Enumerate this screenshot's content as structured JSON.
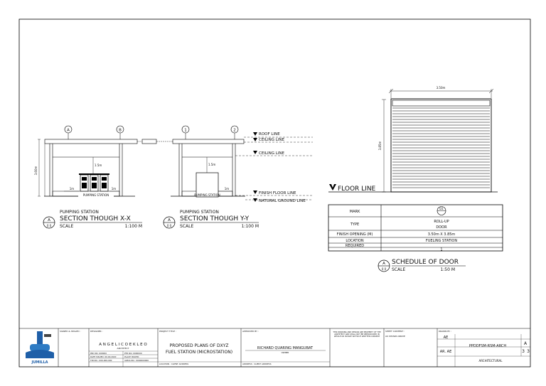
{
  "section_xx": {
    "subtitle": "PUMPING STATION",
    "title": "SECTION THOUGH X-X",
    "scale_label": "SCALE",
    "scale_value": "1:100 M",
    "marker_letter": "A",
    "marker_sheet": "0 0",
    "grid_a": "A",
    "grid_b": "B",
    "room_label": "PUMPING STATION",
    "dim_height": "3.60m",
    "dim_clear": "1.5m",
    "dim_1m_left": "1m",
    "dim_1m_right": "1m"
  },
  "section_yy": {
    "subtitle": "PUMPING STATION",
    "title": "SECTION THOUGH Y-Y",
    "scale_label": "SCALE",
    "scale_value": "1:100 M",
    "marker_letter": "A",
    "marker_sheet": "0 0",
    "grid_1": "1",
    "grid_2": "2",
    "room_label": "PUMPING STATION",
    "dim_clear": "1.5m",
    "dim_1m": "1m"
  },
  "level_lines": {
    "roof": "ROOF LINE",
    "ceiling1": "CEILING LINE",
    "ceiling2": "CEILING LINE",
    "finish_floor": "FINISH FLOOR LINE",
    "natural_ground": "NATURAL GROUND LINE"
  },
  "door_elevation": {
    "width_dim": "3.50m",
    "height_dim": "3.85m",
    "floor_line": "FLOOR LINE"
  },
  "door_schedule": {
    "rows": [
      {
        "label": "MARK",
        "value": "D1"
      },
      {
        "label": "TYPE",
        "value": "ROLL-UP",
        "value2": "DOOR"
      },
      {
        "label": "FINISH OPENING (M)",
        "value": "3.50m X 3.85m"
      },
      {
        "label": "LOCATION",
        "value": "FUELING STATION"
      },
      {
        "label": "REQUIRED",
        "value": "1"
      }
    ],
    "title": "SCHEDULE OF DOOR",
    "scale_label": "SCALE",
    "scale_value": "1:50 M",
    "marker_letter": "A",
    "marker_sheet": "0 0"
  },
  "title_block": {
    "logo_text": "JUMILLA",
    "signed_sealed": "SIGNED & SEALED :",
    "designer_label": "DESIGNER :",
    "designer_name": "A N G E L I C O   E K L E O",
    "designer_role": "ARCHITECT",
    "prc_no": "PRC NO. 000000",
    "ptr_no": "PTR NO. 0000000",
    "date_issued": "DATE ISSUED: 00.00.2020",
    "place": "PLACE ISSUED:",
    "tin": "TIN NO.: 000-000-000",
    "iapoa": "IAPOA NO.: 0000000000",
    "project_label": "PROJECT TITLE :",
    "project_line1": "PROPOSED PLANS OF DXYZ",
    "project_line2": "FUEL STATION (MICROSTATION)",
    "location_label": "LOCATION : CLIENT ADDRESS",
    "approved_label": "APPROVED BY :",
    "approver": "RICHARD QUARING MANGUBAT",
    "approver_role": "OWNER",
    "owner_address": "ADDRESS : CLIENT ADDRESS",
    "notes": "THIS DRAWING AND DESIGN ARE PROPERTY OF THE ARCHITECT AND SHALL NOT BE REPRODUCED IN WHOLE OR IN PART WITHOUT WRITTEN CONSENT",
    "sheet_content_label": "SHEET CONTENT :",
    "sheet_content_value": "AS SHOWN ABOVE",
    "drawn_label": "DRAWN BY :",
    "drawn_value": "AE",
    "checked_value": "AR. AE",
    "project_code": "PPDDFSM-RSM-ARCH",
    "sheet_no_a": "A",
    "sheet_no_b": "3",
    "sheet_total": "3",
    "discipline": "ARCHITECTURAL"
  }
}
